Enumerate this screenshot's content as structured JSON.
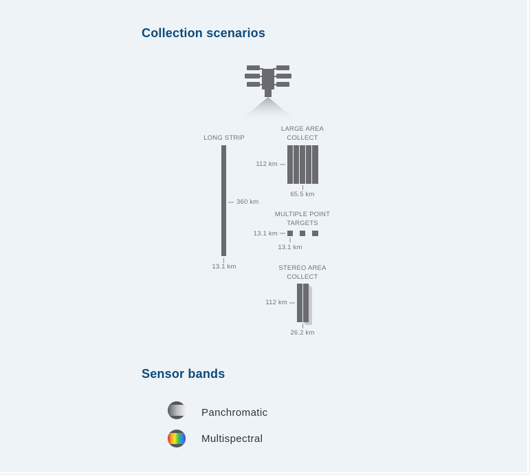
{
  "sections": {
    "collection_title": "Collection scenarios",
    "bands_title": "Sensor bands"
  },
  "scenarios": {
    "long_strip": {
      "title": "LONG STRIP",
      "length": "360 km",
      "width": "13.1 km"
    },
    "large_area": {
      "title_line1": "LARGE AREA",
      "title_line2": "COLLECT",
      "height": "112 km",
      "width": "65.5 km"
    },
    "multiple_point": {
      "title_line1": "MULTIPLE POINT",
      "title_line2": "TARGETS",
      "height": "13.1 km",
      "width": "13.1 km"
    },
    "stereo_area": {
      "title_line1": "STEREO AREA",
      "title_line2": "COLLECT",
      "height": "112 km",
      "width": "26.2 km"
    }
  },
  "bands": [
    {
      "label": "Panchromatic",
      "icon": "panchromatic-icon"
    },
    {
      "label": "Multispectral",
      "icon": "multispectral-icon"
    }
  ],
  "colors": {
    "heading": "#0d4a7a",
    "shape": "#696b6f",
    "label": "#737373",
    "background": "#eef3f8"
  }
}
